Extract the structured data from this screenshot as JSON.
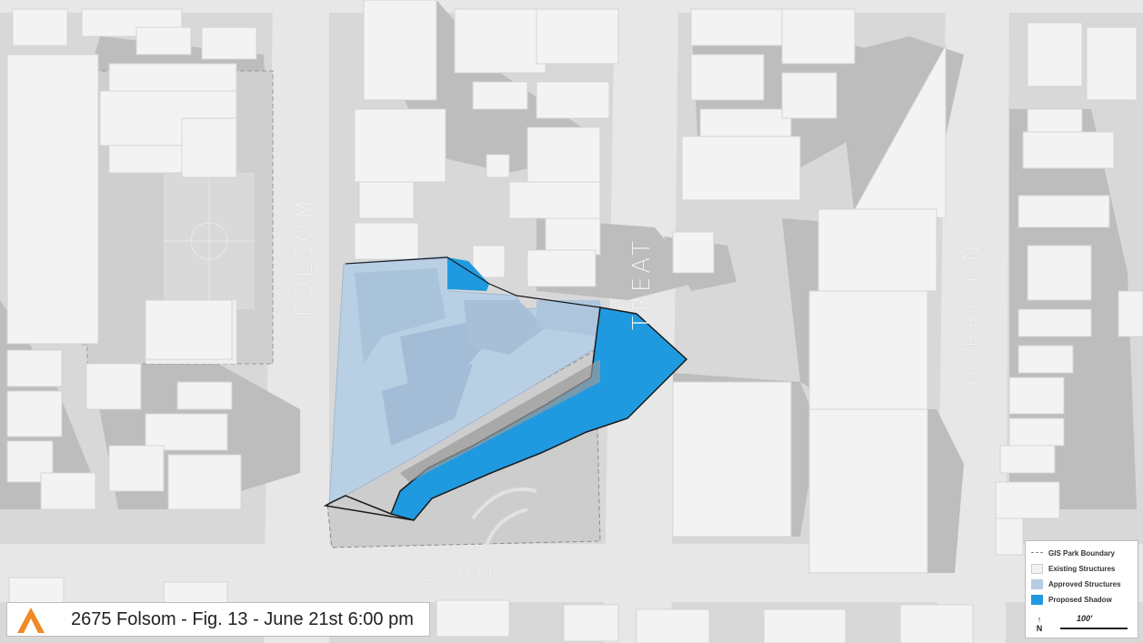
{
  "title": "2675 Folsom - Fig. 13 - June 21st  6:00 pm",
  "streets": {
    "folsom": "FOLSOM",
    "treat": "TREAT",
    "harrison": "HARRISON",
    "twenty_third": "23RD"
  },
  "legend": {
    "items": [
      {
        "label": "GIS Park Boundary",
        "color": "#888888"
      },
      {
        "label": "Existing Structures",
        "color": "#f2f2f2"
      },
      {
        "label": "Approved Structures",
        "color": "#b5cde3"
      },
      {
        "label": "Proposed Shadow",
        "color": "#1f9ae0"
      }
    ],
    "north": "N",
    "scale": "100'"
  },
  "colors": {
    "ground": "#dcdcdc",
    "street": "#e6e6e6",
    "building": "#f2f2f2",
    "shadow": "#b9b9b9",
    "park": "#cfcfcf",
    "approved": "#b5cde3",
    "proposed_shadow": "#1f9ae0",
    "logo": "#f08a24"
  }
}
